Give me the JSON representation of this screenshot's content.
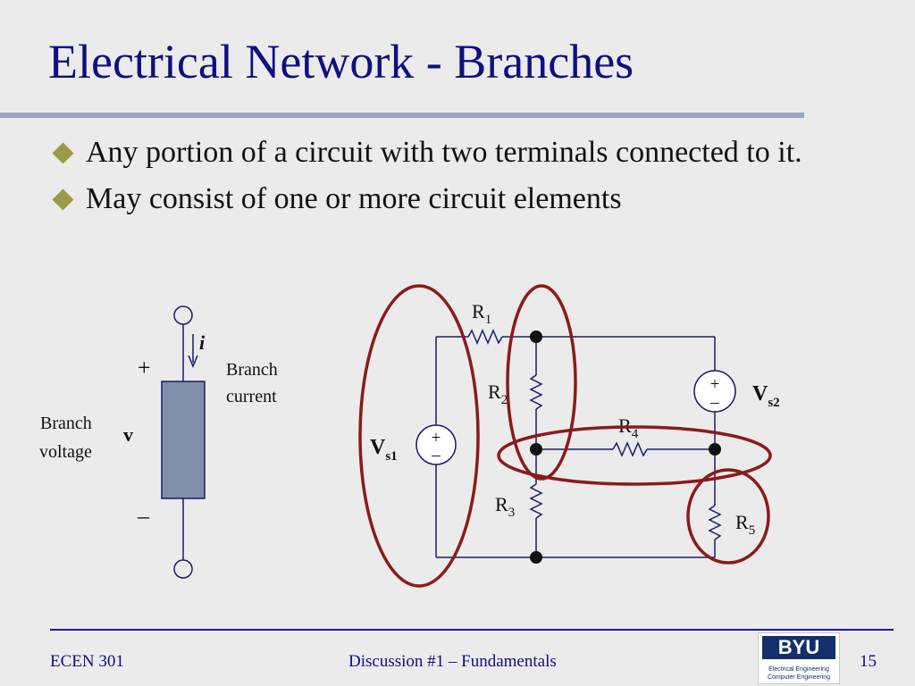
{
  "slide": {
    "title": "Electrical Network - Branches",
    "bullets": [
      "Any portion of a circuit with two terminals connected to it.",
      "May consist of one or more circuit elements"
    ]
  },
  "branch_diagram": {
    "current_symbol": "i",
    "current_label_line1": "Branch",
    "current_label_line2": "current",
    "plus": "+",
    "minus": "–",
    "voltage_symbol": "v",
    "voltage_label_line1": "Branch",
    "voltage_label_line2": "voltage"
  },
  "circuit": {
    "R1": "R",
    "R1_sub": "1",
    "R2": "R",
    "R2_sub": "2",
    "R3": "R",
    "R3_sub": "3",
    "R4": "R",
    "R4_sub": "4",
    "R5": "R",
    "R5_sub": "5",
    "Vs1": "V",
    "Vs1_sub": "s1",
    "Vs2": "V",
    "Vs2_sub": "s2",
    "src_plus": "+",
    "src_minus": "–"
  },
  "footer": {
    "left": "ECEN 301",
    "center": "Discussion #1 – Fundamentals",
    "page": "15"
  },
  "logo": {
    "main": "BYU",
    "line1": "Electrical Engineering",
    "line2": "Computer Engineering"
  },
  "colors": {
    "title": "#0f0f80",
    "wire": "#1a1a6e",
    "highlight_ellipse": "#8b1a1a",
    "bullet_diamond": "#9a9a48",
    "element_fill": "#7f8ea6"
  }
}
